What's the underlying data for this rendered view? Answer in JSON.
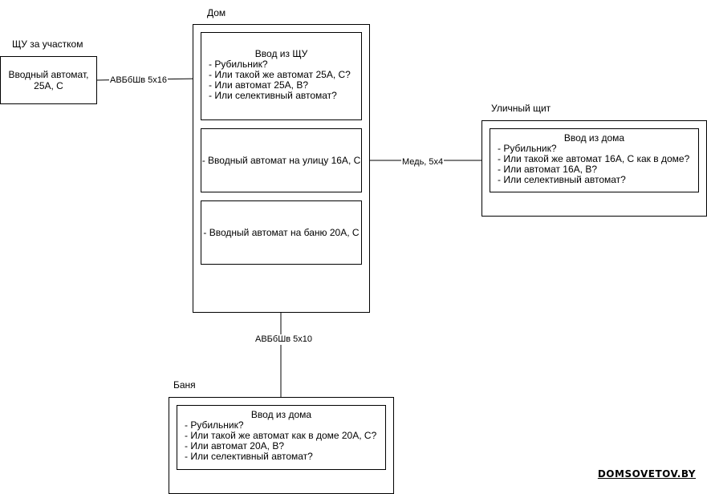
{
  "containers": {
    "shu": {
      "title": "ЩУ за участком",
      "breaker_line1": "Вводный автомат,",
      "breaker_line2": "25А, С"
    },
    "house": {
      "title": "Дом",
      "input_block": {
        "title": "Ввод из ЩУ",
        "items": [
          "- Рубильник?",
          "- Или такой же автомат 25А, С?",
          "- Или автомат 25А, В?",
          "- Или селективный автомат?"
        ]
      },
      "street_breaker": "- Вводный автомат на улицу 16А, С",
      "bath_breaker": "- Вводный автомат на баню 20А, С"
    },
    "street_panel": {
      "title": "Уличный щит",
      "input_block": {
        "title": "Ввод из дома",
        "items": [
          "- Рубильник?",
          "- Или такой же автомат 16А, С как в доме?",
          "- Или автомат 16А, В?",
          "- Или селективный автомат?"
        ]
      }
    },
    "bath": {
      "title": "Баня",
      "input_block": {
        "title": "Ввод из дома",
        "items": [
          "- Рубильник?",
          "- Или такой же автомат как в доме 20А, С?",
          "- Или автомат 20А, В?",
          "- Или селективный автомат?"
        ]
      }
    }
  },
  "cables": {
    "shu_to_house": "АВБбШв 5х16",
    "house_to_street": "Медь, 5х4",
    "house_to_bath": "АВБбШв 5х10"
  },
  "watermark": "DOMSOVETOV.BY"
}
